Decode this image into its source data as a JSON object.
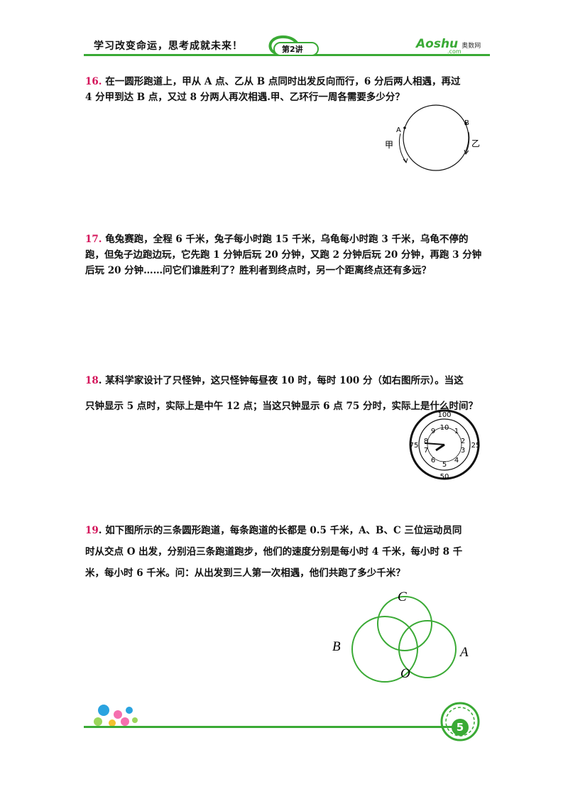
{
  "header": {
    "motto": "学习改变命运，思考成就未来！",
    "lecture": "第2讲",
    "logo_main": "Aoshu",
    "logo_sub": "奥数网",
    "logo_domain": ".com"
  },
  "questions": [
    {
      "num": "16.",
      "lines": [
        "在一圆形跑道上，甲从 A 点、乙从 B 点同时出发反向而行，6 分后两人相遇，再过",
        "4 分甲到达 B 点，又过 8 分两人再次相遇.甲、乙环行一周各需要多少分？"
      ],
      "figure": {
        "label_a": "A",
        "label_b": "B",
        "label_jia": "甲",
        "label_yi": "乙"
      }
    },
    {
      "num": "17.",
      "lines": [
        "龟兔赛跑，全程 6 千米，兔子每小时跑 15 千米，乌龟每小时跑 3 千米，乌龟不停的",
        "跑，但兔子边跑边玩，它先跑 1 分钟后玩 20 分钟，又跑 2 分钟后玩 20 分钟，再跑 3 分钟",
        "后玩 20 分钟……问它们谁胜利了？胜利者到终点时，另一个距离终点还有多远？"
      ]
    },
    {
      "num": "18",
      "lines": [
        ". 某科学家设计了只怪钟，这只怪钟每昼夜 10 时，每时 100 分（如右图所示）。当这",
        "只钟显示 5 点时，实际上是中午 12 点；当这只钟显示 6 点 75 分时，实际上是什么时间？"
      ],
      "clock": {
        "hours": [
          "10",
          "1",
          "2",
          "3",
          "4",
          "5",
          "6",
          "7",
          "8",
          "9"
        ],
        "minutes_outer": [
          "100",
          "25",
          "50",
          "75"
        ]
      }
    },
    {
      "num": "19",
      "lines": [
        ". 如下图所示的三条圆形跑道，每条跑道的长都是 0.5 千米，A、B、C 三位运动员同",
        "时从交点 O 出发，分别沿三条跑道跑步，他们的速度分别是每小时 4 千米，每小时 8 千",
        "米，每小时 6 千米。问：从出发到三人第一次相遇，他们共跑了多少千米？"
      ],
      "figure": {
        "label_a": "A",
        "label_b": "B",
        "label_c": "C",
        "label_o": "O"
      }
    }
  ],
  "footer": {
    "page_number": "5"
  },
  "colors": {
    "accent": "#3aaa35",
    "question_number": "#d4145a"
  }
}
